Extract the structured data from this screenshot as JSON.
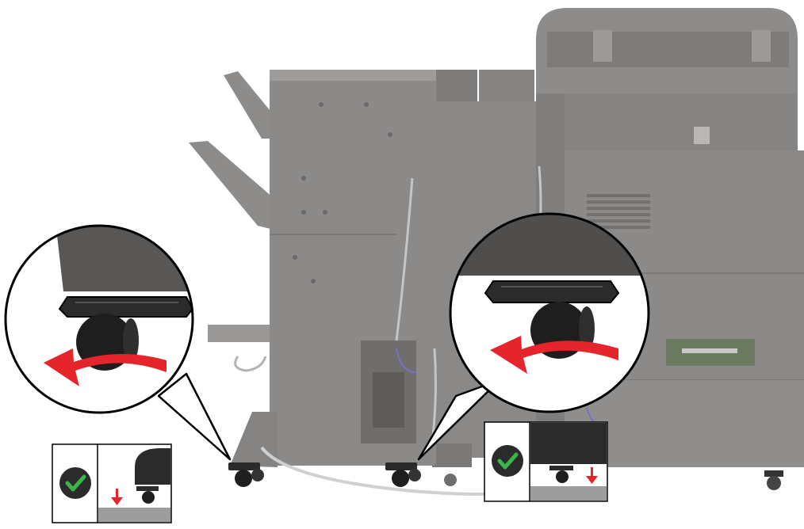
{
  "figure": {
    "machine": "multifunction-printer-with-finisher",
    "callouts": [
      {
        "id": "left-caster-callout",
        "arrow": "counterclockwise",
        "icon": "arrow-curved-red-icon"
      },
      {
        "id": "right-caster-callout",
        "arrow": "counterclockwise",
        "icon": "arrow-curved-red-icon"
      }
    ],
    "status_panels": [
      {
        "id": "left-check-panel",
        "icon": "checkmark-icon",
        "indicator": "down-arrow-icon"
      },
      {
        "id": "right-check-panel",
        "icon": "checkmark-icon",
        "indicator": "down-arrow-icon"
      }
    ]
  },
  "colors": {
    "machine_body": "#8b8a89",
    "machine_dark": "#6e6d6c",
    "machine_light": "#a3a2a1",
    "callout_bg": "#ffffff",
    "caster_black": "#1e1e1e",
    "arrow_red": "#e5242b",
    "check_circle": "#2b2b2b",
    "check_green": "#39b54a",
    "floor_gray": "#9d9d9d"
  }
}
